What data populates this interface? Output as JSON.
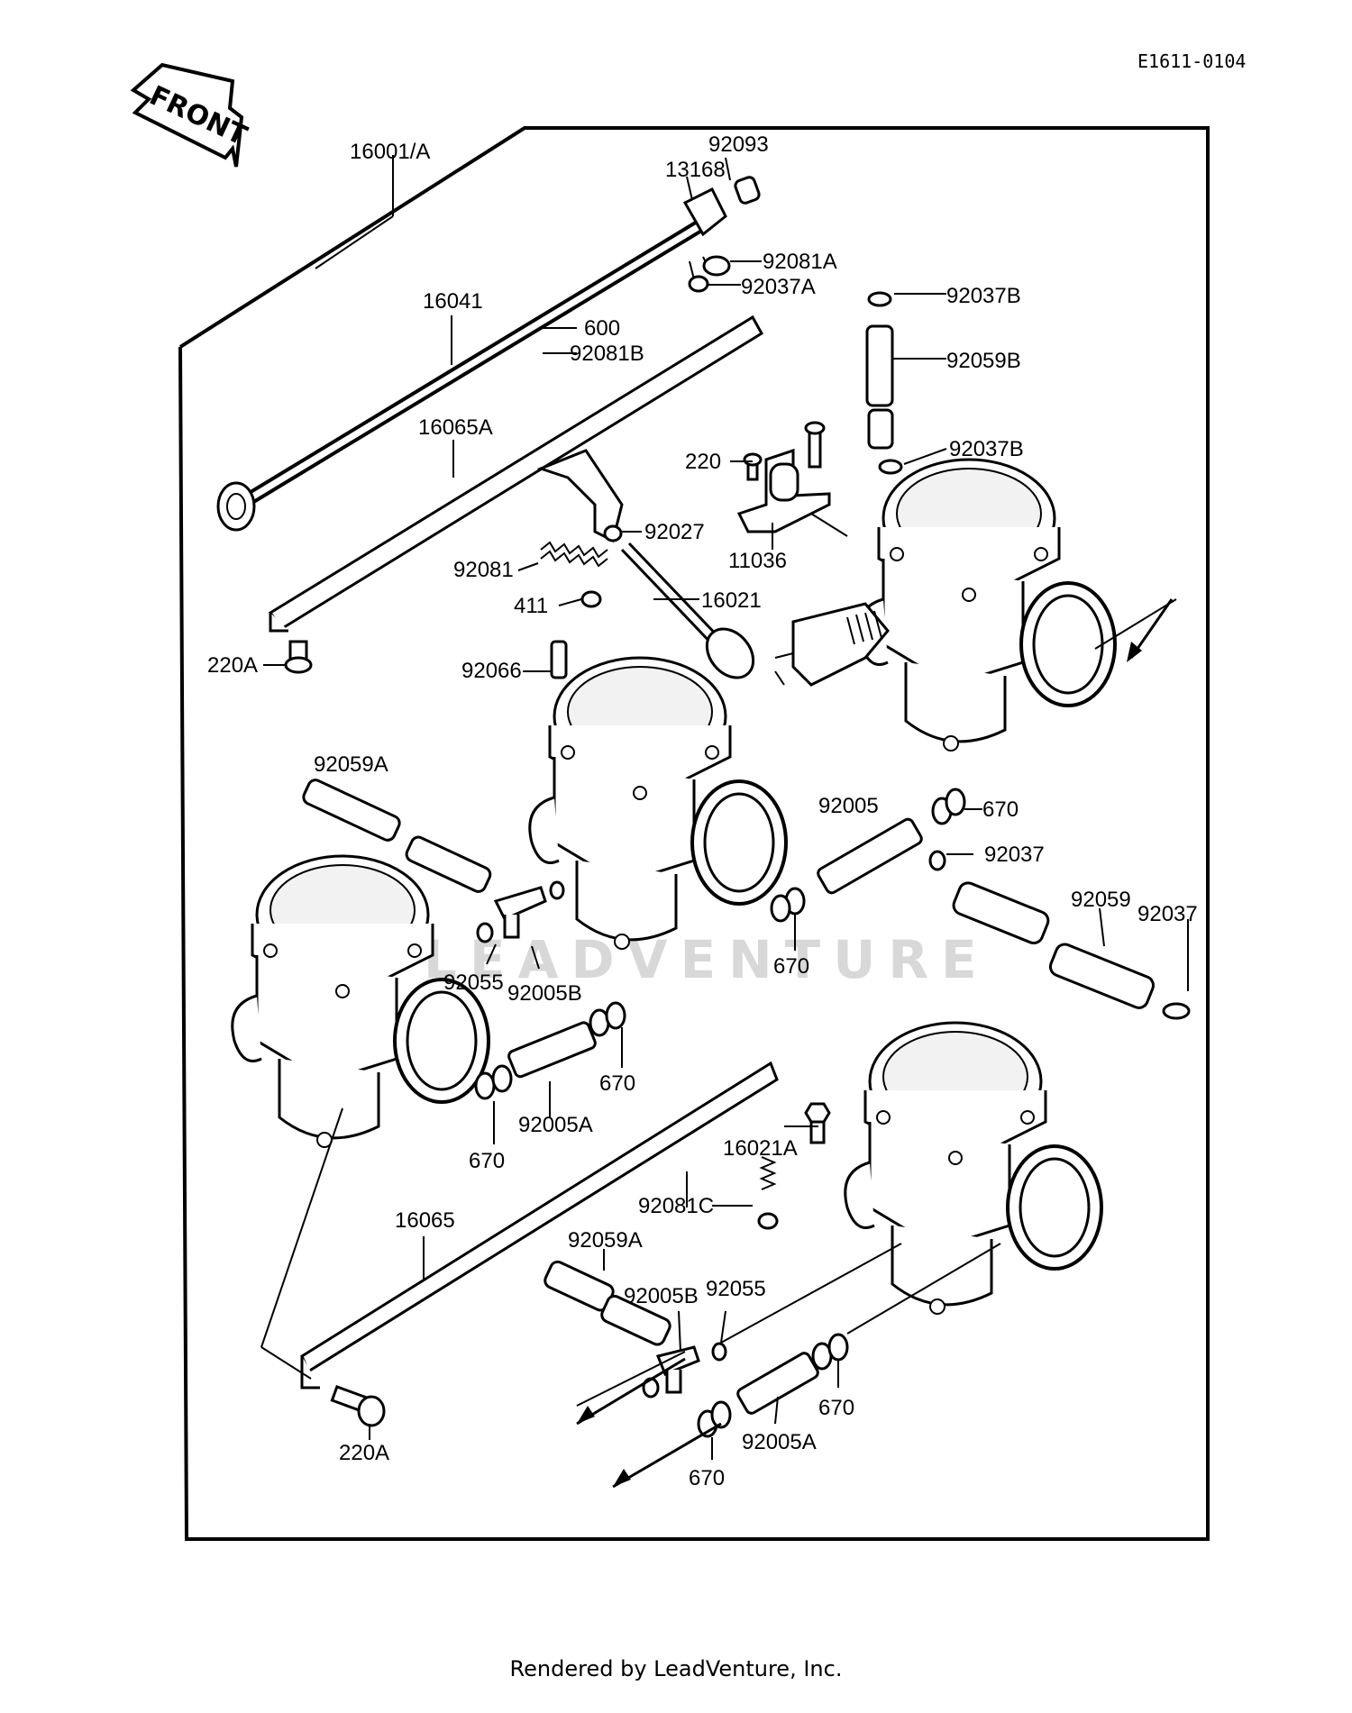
{
  "diagram_id": "E1611-0104",
  "front_label": "FRONT",
  "watermark": "LEADVENTURE",
  "footer": "Rendered by LeadVenture, Inc.",
  "labels": {
    "l_16001A": "16001/A",
    "l_92093": "92093",
    "l_13168": "13168",
    "l_92081A": "92081A",
    "l_92037A": "92037A",
    "l_92037B_top": "92037B",
    "l_16041": "16041",
    "l_600": "600",
    "l_92081B": "92081B",
    "l_92059B": "92059B",
    "l_16065A": "16065A",
    "l_220": "220",
    "l_92037B_mid": "92037B",
    "l_92027": "92027",
    "l_11036": "11036",
    "l_92081": "92081",
    "l_411": "411",
    "l_16021": "16021",
    "l_220A_top": "220A",
    "l_92066": "92066",
    "l_92059A_top": "92059A",
    "l_92005": "92005",
    "l_670_a": "670",
    "l_92037_a": "92037",
    "l_92059": "92059",
    "l_92037_b": "92037",
    "l_670_b": "670",
    "l_92055_a": "92055",
    "l_92005B_a": "92005B",
    "l_670_c": "670",
    "l_92005A_a": "92005A",
    "l_670_d": "670",
    "l_16021A": "16021A",
    "l_92081C": "92081C",
    "l_16065": "16065",
    "l_92059A_bot": "92059A",
    "l_92005B_b": "92005B",
    "l_92055_b": "92055",
    "l_670_e": "670",
    "l_92005A_b": "92005A",
    "l_670_f": "670",
    "l_220A_bot": "220A"
  }
}
